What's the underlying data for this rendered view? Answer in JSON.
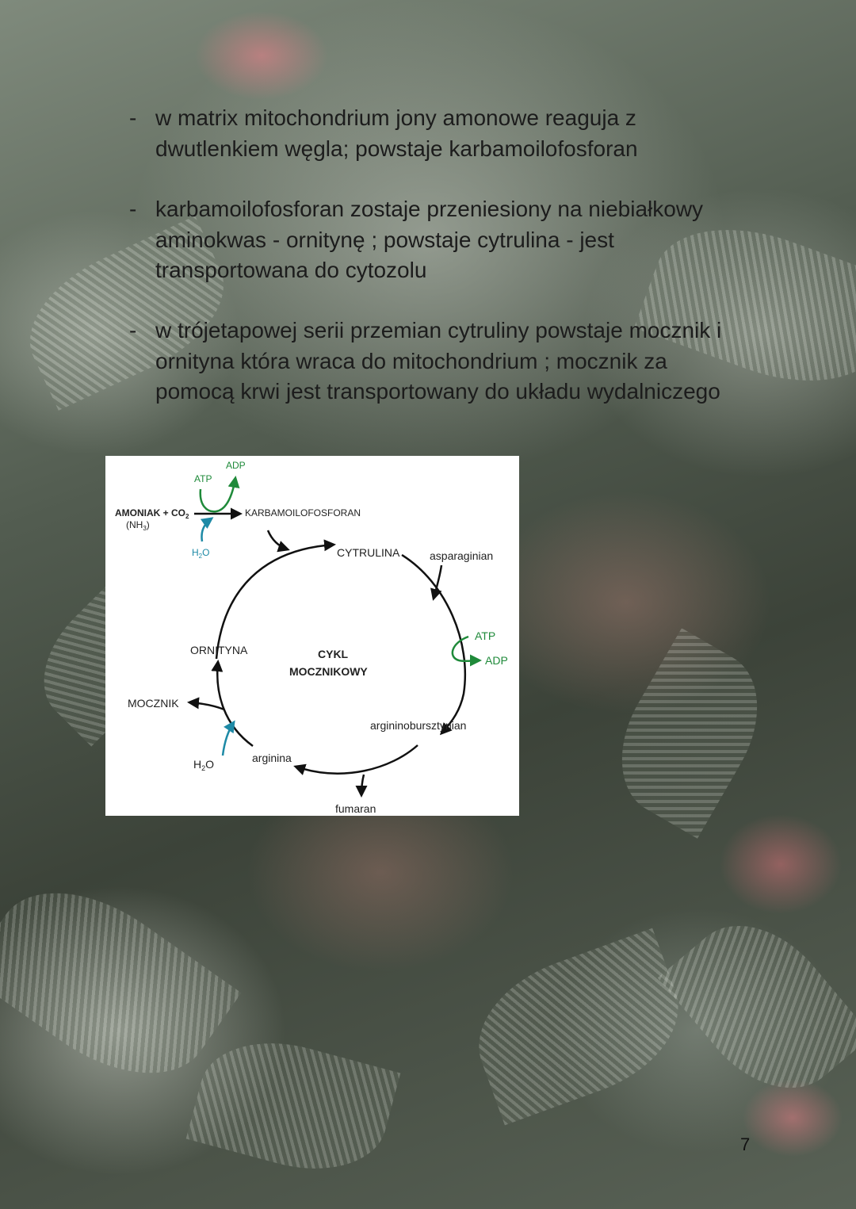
{
  "bullets": [
    {
      "dash": "-",
      "lines": [
        "w matrix mitochondrium jony amonowe reaguja z",
        "dwutlenkiem węgla; powstaje karbamoilofosforan"
      ]
    },
    {
      "dash": "-",
      "lines": [
        "karbamoilofosforan zostaje przeniesiony na niebiałkowy",
        "aminokwas - ornitynę ; powstaje cytrulina - jest",
        "transportowana do cytozolu"
      ]
    },
    {
      "dash": "-",
      "lines": [
        "w trójetapowej serii przemian cytruliny powstaje mocznik i",
        "ornityna która wraca do mitochondrium ; mocznik za",
        "pomocą krwi jest transportowany do układu wydalniczego"
      ]
    }
  ],
  "diagram": {
    "atp_top": "ATP",
    "adp_top": "ADP",
    "amoniak": "AMONIAK + CO",
    "amoniak_sub": "2",
    "nh3": "(NH",
    "nh3_sub": "3",
    "nh3_close": ")",
    "h2o_top_h": "H",
    "h2o_top_sub": "2",
    "h2o_top_o": "O",
    "karbamoilofosforan": "KARBAMOILOFOSFORAN",
    "cytrulina": "CYTRULINA",
    "asparaginian": "asparaginian",
    "atp_right": "ATP",
    "adp_right": "ADP",
    "ornityna": "ORNITYNA",
    "center_line1": "CYKL",
    "center_line2": "MOCZNIKOWY",
    "mocznik": "MOCZNIK",
    "argininobursztynian": "argininobursztynian",
    "h2o_bottom_h": "H",
    "h2o_bottom_sub": "2",
    "h2o_bottom_o": "O",
    "arginina": "arginina",
    "fumaran": "fumaran",
    "colors": {
      "green": "#1f8a3a",
      "teal": "#1e8aa6",
      "black": "#111111"
    }
  },
  "page_number": "7"
}
